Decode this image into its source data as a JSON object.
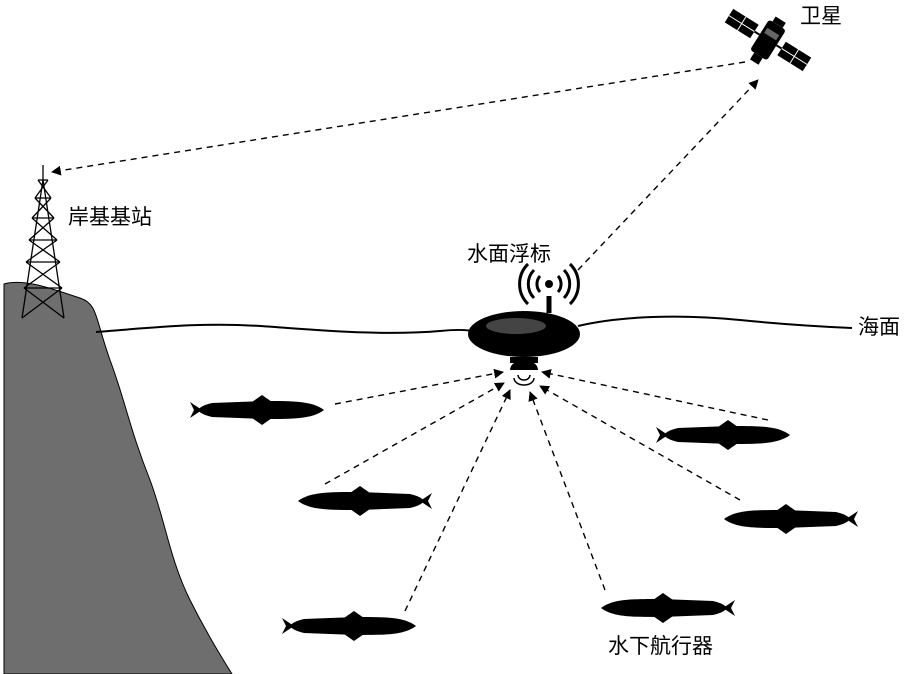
{
  "labels": {
    "satellite": "卫星",
    "shore_station": "岸基基站",
    "buoy": "水面浮标",
    "sea_surface": "海面",
    "auv": "水下航行器"
  },
  "colors": {
    "cliff": "#6e6e6e",
    "ink": "#000000",
    "background": "#ffffff"
  }
}
